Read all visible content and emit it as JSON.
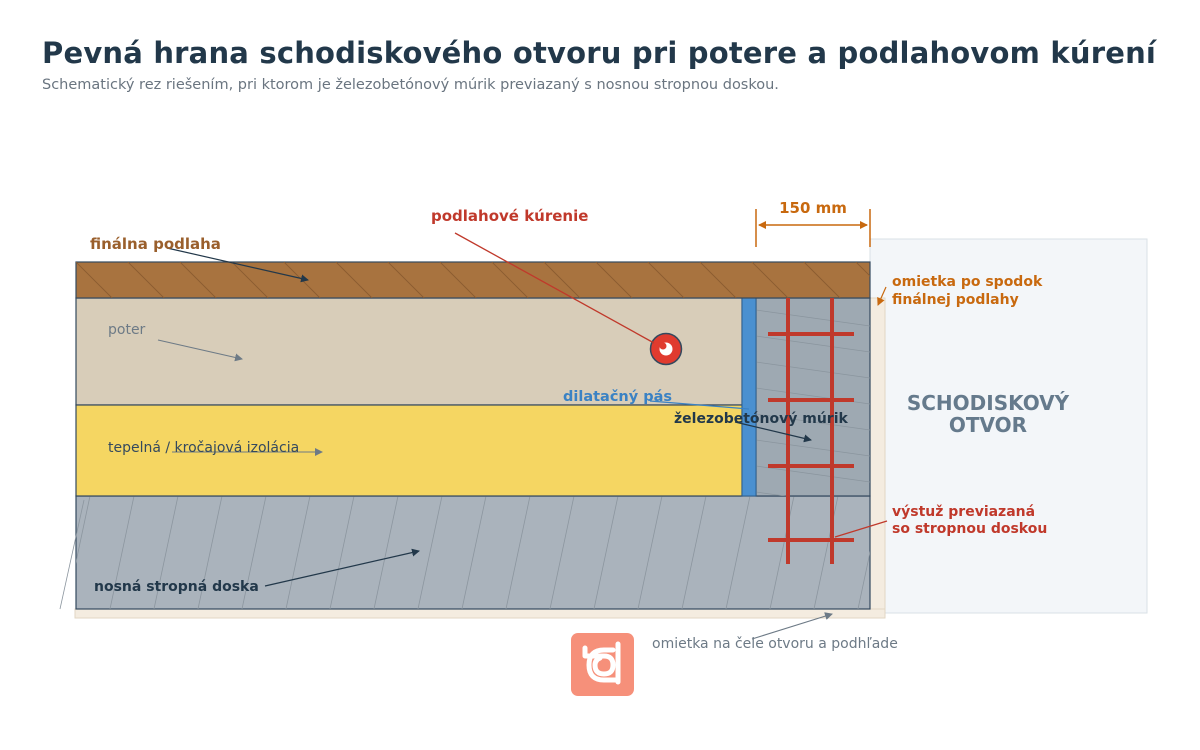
{
  "header": {
    "title": "Pevná hrana schodiskového otvoru pri potere a podlahovom kúrení",
    "subtitle": "Schematický rez riešením, pri ktorom je železobetónový múrik previazaný s nosnou stropnou doskou."
  },
  "labels": {
    "final_floor": "finálna podlaha",
    "floor_heating": "podlahové kúrenie",
    "dimension": "150 mm",
    "plaster_top_1": "omietka po spodok",
    "plaster_top_2": "finálnej podlahy",
    "screed": "poter",
    "expansion_strip": "dilatačný pás",
    "rc_wall": "železobetónový múrik",
    "insulation": "tepelná / kročajová izolácia",
    "stair_opening_1": "SCHODISKOVÝ",
    "stair_opening_2": "OTVOR",
    "reinforcement_1": "výstuž previazaná",
    "reinforcement_2": "so stropnou doskou",
    "slab": "nosná stropná doska",
    "plaster_bottom": "omietka na čele otvoru a podhľade"
  },
  "colors": {
    "title": "#22384a",
    "wood": "#a8733f",
    "screed": "#d8cdb9",
    "insulation": "#f5d662",
    "concrete": "#aab3bc",
    "wall": "#9ea9b2",
    "strip": "#4a90d0",
    "rebar": "#c0392b",
    "accent_orange": "#c8690f",
    "accent_red": "#c0392b",
    "accent_blue": "#3a82c4",
    "brown_label": "#9a5f2c",
    "opening": "#f3f6f9",
    "plaster": "#f4ece0",
    "logo": "#f6907a"
  },
  "icons": {
    "logo": "d-logo-icon",
    "heating_pipe": "heating-pipe-icon"
  }
}
